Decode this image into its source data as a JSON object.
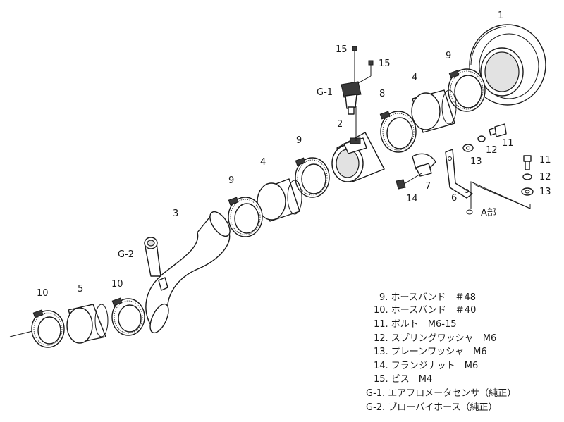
{
  "labels": {
    "p1": "1",
    "p2": "2",
    "p3": "3",
    "p4a": "4",
    "p4b": "4",
    "p5": "5",
    "p6": "6",
    "p7": "7",
    "p8": "8",
    "p9a": "9",
    "p9b": "9",
    "p9c": "9",
    "p10a": "10",
    "p10b": "10",
    "p11a": "11",
    "p11b": "11",
    "p12a": "12",
    "p12b": "12",
    "p13a": "13",
    "p13b": "13",
    "p14": "14",
    "p15a": "15",
    "p15b": "15",
    "g1": "G-1",
    "g2": "G-2",
    "abu": "A部"
  },
  "legend": [
    "9. ホースバンド　＃48",
    "10. ホースバンド　＃40",
    "11. ボルト　M6-15",
    "12. スプリングワッシャ　M6",
    "13. プレーンワッシャ　M6",
    "14. フランジナット　M6",
    "15. ビス　M4",
    "G-1. エアフロメータセンサ（純正）",
    "G-2. ブローバイホース（純正）"
  ]
}
